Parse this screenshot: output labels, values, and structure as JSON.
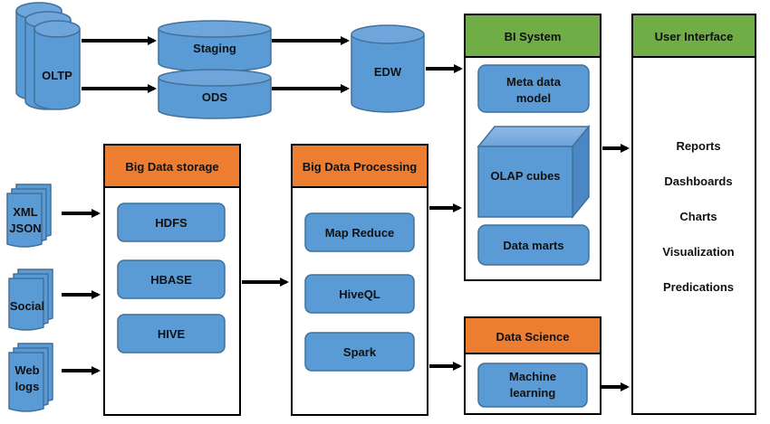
{
  "sources": {
    "oltp": "OLTP",
    "staging": "Staging",
    "ods": "ODS",
    "edw": "EDW"
  },
  "bi_system": {
    "title": "BI System",
    "items": [
      "Meta data model",
      "OLAP cubes",
      "Data marts"
    ]
  },
  "user_interface": {
    "title": "User Interface",
    "items": [
      "Reports",
      "Dashboards",
      "Charts",
      "Visualization",
      "Predications"
    ]
  },
  "big_data_storage": {
    "title": "Big Data storage",
    "items": [
      "HDFS",
      "HBASE",
      "HIVE"
    ]
  },
  "big_data_processing": {
    "title": "Big Data Processing",
    "items": [
      "Map Reduce",
      "HiveQL",
      "Spark"
    ]
  },
  "data_science": {
    "title": "Data Science",
    "items": [
      "Machine learning"
    ]
  },
  "inputs": {
    "xml_json": [
      "XML",
      "JSON"
    ],
    "social": "Social",
    "web_logs": [
      "Web",
      "logs"
    ]
  },
  "colors": {
    "node_fill": "#5b9bd5",
    "node_stroke": "#41719c",
    "header_green": "#70ad47",
    "header_orange": "#ed7d31",
    "arrow": "#000000"
  }
}
